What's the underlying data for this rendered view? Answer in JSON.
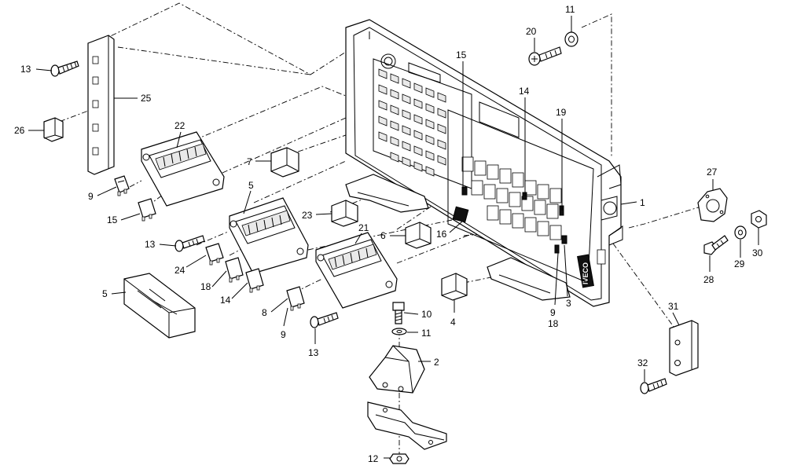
{
  "diagram": {
    "callouts": [
      {
        "id": "c13a",
        "text": "13"
      },
      {
        "id": "c25",
        "text": "25"
      },
      {
        "id": "c26",
        "text": "26"
      },
      {
        "id": "c22",
        "text": "22"
      },
      {
        "id": "c9a",
        "text": "9"
      },
      {
        "id": "c15a",
        "text": "15"
      },
      {
        "id": "c7",
        "text": "7"
      },
      {
        "id": "c5a",
        "text": "5"
      },
      {
        "id": "c13b",
        "text": "13"
      },
      {
        "id": "c24",
        "text": "24"
      },
      {
        "id": "c18a",
        "text": "18"
      },
      {
        "id": "c14a",
        "text": "14"
      },
      {
        "id": "c5b",
        "text": "5"
      },
      {
        "id": "c23",
        "text": "23"
      },
      {
        "id": "c21",
        "text": "21"
      },
      {
        "id": "c6",
        "text": "6"
      },
      {
        "id": "c16",
        "text": "16"
      },
      {
        "id": "c8",
        "text": "8"
      },
      {
        "id": "c9b",
        "text": "9"
      },
      {
        "id": "c13c",
        "text": "13"
      },
      {
        "id": "c10",
        "text": "10"
      },
      {
        "id": "c11b",
        "text": "11"
      },
      {
        "id": "c2",
        "text": "2"
      },
      {
        "id": "c12",
        "text": "12"
      },
      {
        "id": "c4",
        "text": "4"
      },
      {
        "id": "c15b",
        "text": "15"
      },
      {
        "id": "c14b",
        "text": "14"
      },
      {
        "id": "c19",
        "text": "19"
      },
      {
        "id": "c20",
        "text": "20"
      },
      {
        "id": "c11a",
        "text": "11"
      },
      {
        "id": "c1",
        "text": "1"
      },
      {
        "id": "c27",
        "text": "27"
      },
      {
        "id": "c28",
        "text": "28"
      },
      {
        "id": "c29",
        "text": "29"
      },
      {
        "id": "c30",
        "text": "30"
      },
      {
        "id": "c9c",
        "text": "9"
      },
      {
        "id": "c18b",
        "text": "18"
      },
      {
        "id": "c3",
        "text": "3"
      },
      {
        "id": "c31",
        "text": "31"
      },
      {
        "id": "c32",
        "text": "32"
      }
    ],
    "brand_mark": "IVECO"
  }
}
